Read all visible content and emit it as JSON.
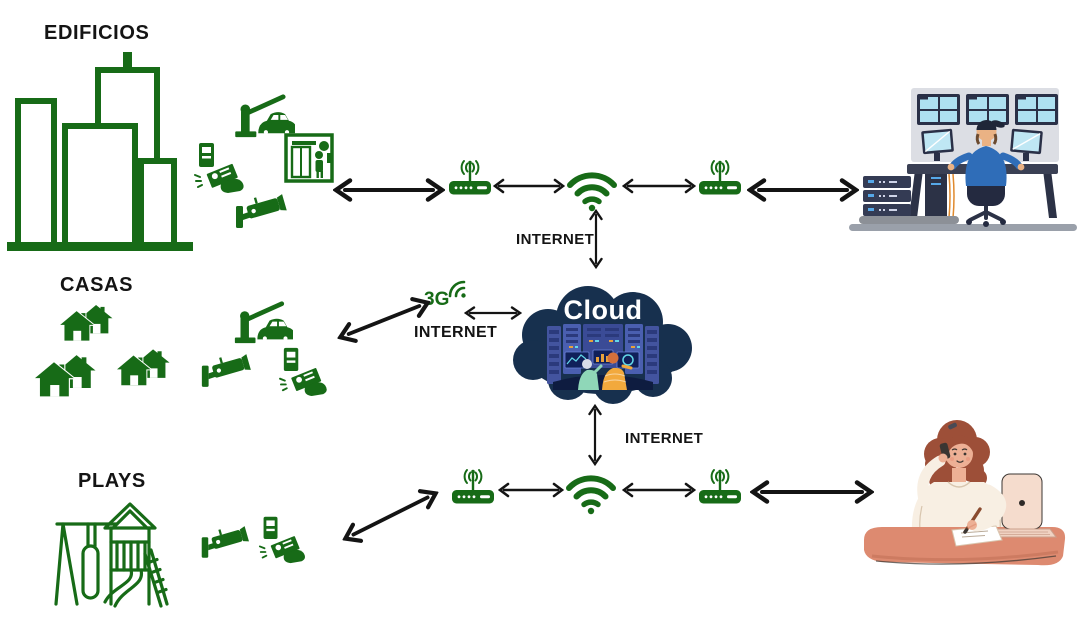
{
  "palette": {
    "icon_green": "#176b17",
    "cloud_navy": "#17304e",
    "arrow_black": "#141414",
    "background": "#ffffff"
  },
  "sections": {
    "edificios": {
      "label": "EDIFICIOS",
      "icons": [
        "buildings-icon",
        "barrier-gate-car-icon",
        "elevator-access-icon",
        "access-card-icon",
        "cctv-camera-icon"
      ]
    },
    "casas": {
      "label": "CASAS",
      "icons": [
        "houses-icon",
        "barrier-gate-car-icon",
        "cctv-camera-icon",
        "access-card-icon"
      ]
    },
    "plays": {
      "label": "PLAYS",
      "icons": [
        "playground-icon",
        "cctv-camera-icon",
        "access-card-icon"
      ]
    }
  },
  "network": {
    "top_link": {
      "internet_label": "INTERNET",
      "icons": [
        "wifi-router-icon",
        "wifi-signal-icon",
        "wifi-router-icon"
      ]
    },
    "mid_link": {
      "mobile_label": "3G",
      "internet_label": "INTERNET",
      "icons": [
        "3g-signal-icon"
      ]
    },
    "bottom_link": {
      "internet_label": "INTERNET",
      "icons": [
        "wifi-router-icon",
        "wifi-signal-icon",
        "wifi-router-icon"
      ]
    },
    "cloud": {
      "label": "Cloud",
      "illustration": "datacenter-operators-illustration"
    }
  },
  "illustrations": {
    "top_right": "security-control-room-operator",
    "bottom_right": "woman-on-phone-with-laptop"
  }
}
